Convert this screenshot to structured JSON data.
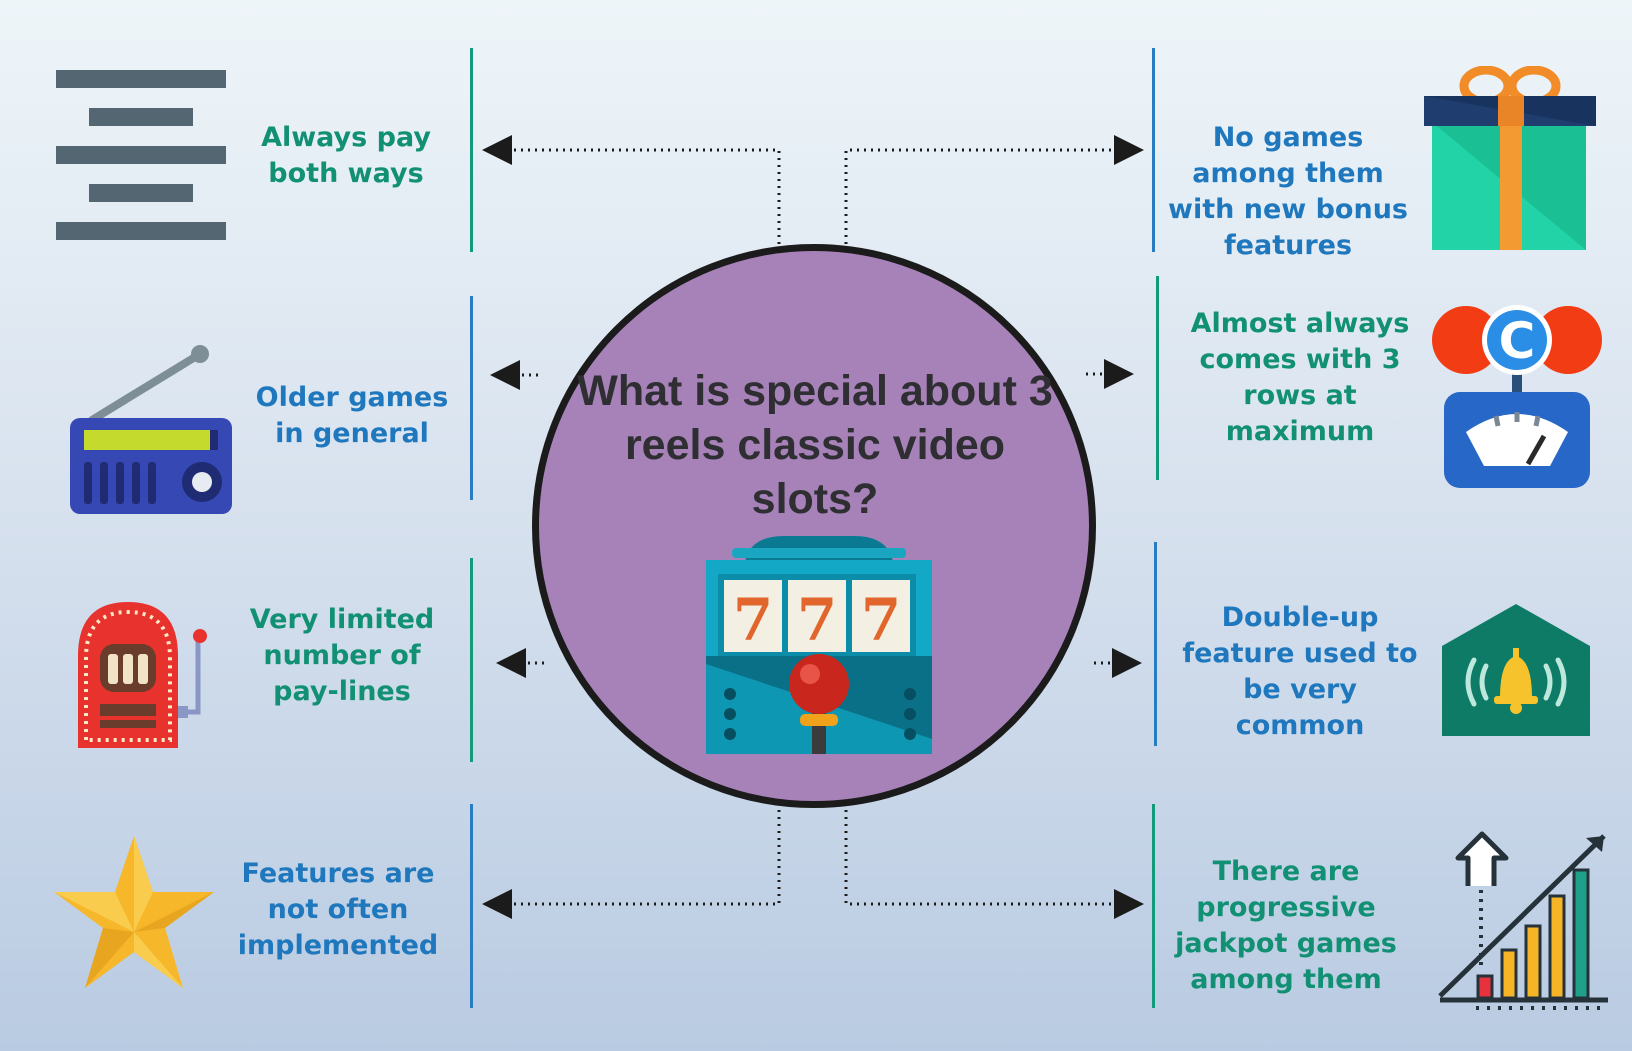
{
  "center": {
    "question": "What is special about 3 reels classic video slots?",
    "color": "#a782b8"
  },
  "features": {
    "left": [
      {
        "text": "Always pay both ways",
        "icon": "align-lines-icon"
      },
      {
        "text": "Older games in general",
        "icon": "radio-icon"
      },
      {
        "text": "Very limited number of pay-lines",
        "icon": "jukebox-icon"
      },
      {
        "text": "Features are not often implemented",
        "icon": "star-icon"
      }
    ],
    "right": [
      {
        "text": "No games among them with new bonus features",
        "icon": "gift-box-icon"
      },
      {
        "text": "Almost always comes with 3 rows at maximum",
        "icon": "gauge-icon"
      },
      {
        "text": "Double-up feature used to be very common",
        "icon": "alarm-bell-icon"
      },
      {
        "text": "There are progressive jackpot games among them",
        "icon": "growth-chart-icon"
      }
    ]
  },
  "colors": {
    "teal": "#119073",
    "blue": "#1f78bd"
  }
}
